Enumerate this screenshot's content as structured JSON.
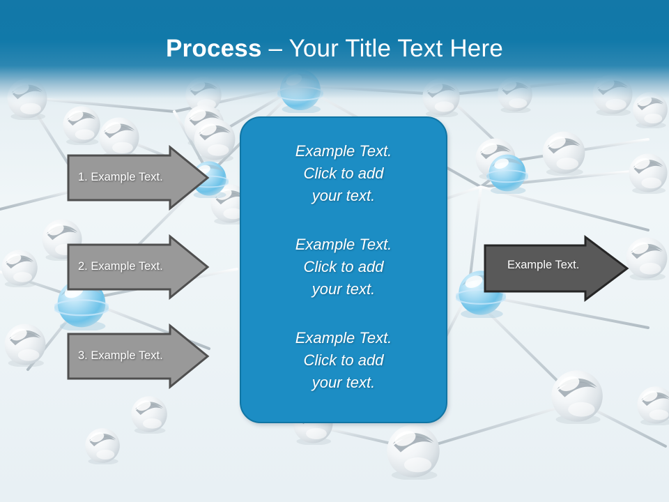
{
  "slide": {
    "title": {
      "strong": "Process",
      "light": " – Your Title Text Here"
    },
    "background": {
      "name": "network-spheres-background",
      "header_color_top": "#1378a8",
      "header_color_bottom": "#d6e6ee",
      "surface_color": "#eef4f7",
      "sphere_color": "#ffffff",
      "sphere_shadow_color": "#9aa3aa",
      "node_highlight_color": "#6cc6ee",
      "link_color": "#b6c2c9"
    },
    "input_arrows": [
      {
        "label": "1. Example Text.",
        "fill": "#999999",
        "stroke": "#4f4f4f"
      },
      {
        "label": "2. Example Text.",
        "fill": "#999999",
        "stroke": "#4f4f4f"
      },
      {
        "label": "3. Example Text.",
        "fill": "#999999",
        "stroke": "#4f4f4f"
      }
    ],
    "center_panel": {
      "fill": "#1c8dc4",
      "stroke": "#1075a4",
      "blocks": [
        "Example Text.\nClick  to add\nyour text.",
        "Example Text.\nClick  to add\nyour text.",
        "Example Text.\nClick  to add\nyour text."
      ]
    },
    "output_arrow": {
      "label": "Example Text.",
      "fill": "#595959",
      "stroke": "#262626"
    }
  }
}
